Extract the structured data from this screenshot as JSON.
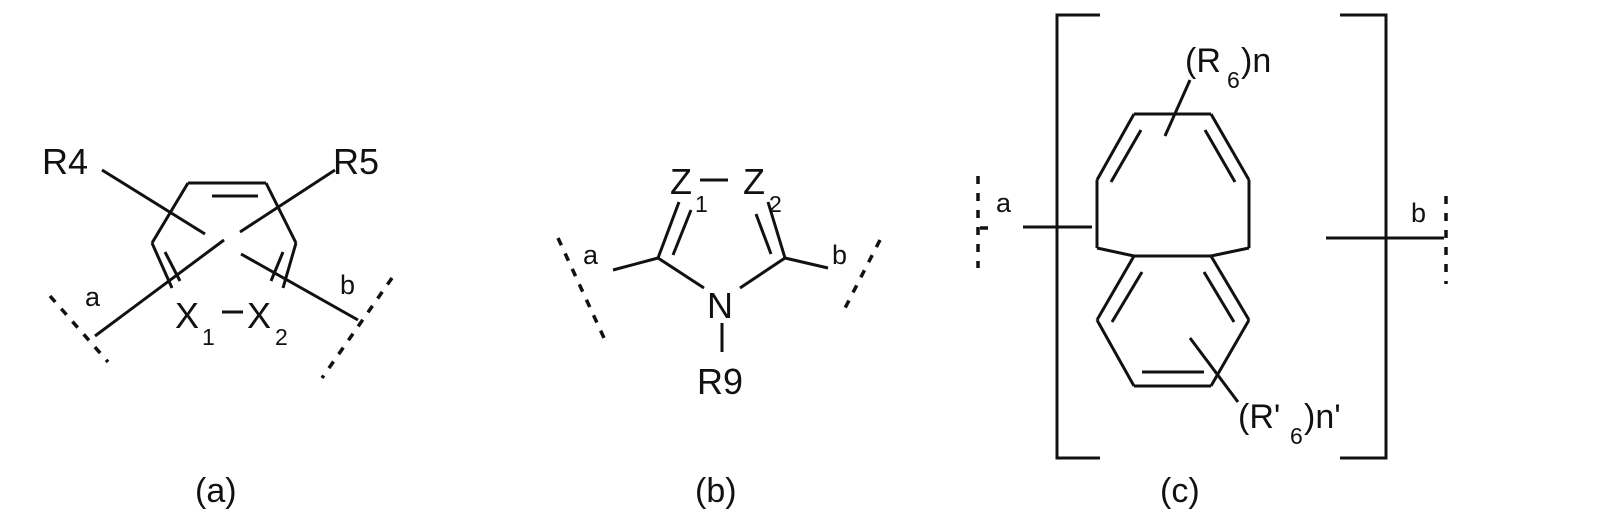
{
  "panel_a": {
    "caption": "(a)",
    "sub_r4": "R4",
    "sub_r5": "R5",
    "x1_main": "X",
    "x1_sub": "1",
    "x2_main": "X",
    "x2_sub": "2",
    "attach_a": "a",
    "attach_b": "b"
  },
  "panel_b": {
    "caption": "(b)",
    "z1_main": "Z",
    "z1_sub": "1",
    "z2_main": "Z",
    "z2_sub": "2",
    "nitrogen": "N",
    "sub_r9": "R9",
    "attach_a": "a",
    "attach_b": "b"
  },
  "panel_c": {
    "caption": "(c)",
    "r6_open": "(R",
    "r6_sub": "6",
    "r6_close": ")n",
    "r6p_open": "(R'",
    "r6p_sub": "6",
    "r6p_close": ")n'",
    "attach_a": "a",
    "attach_b": "b"
  }
}
